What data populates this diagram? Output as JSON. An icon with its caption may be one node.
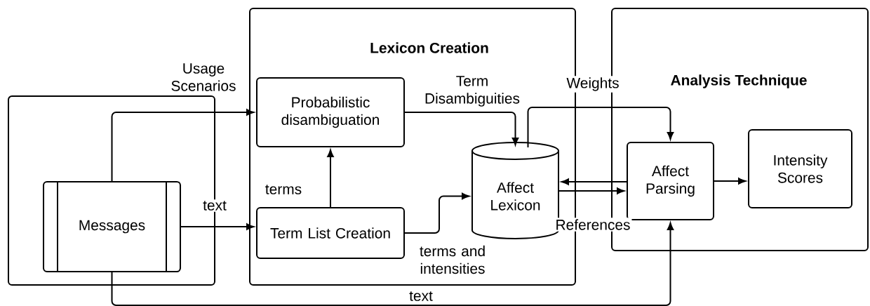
{
  "diagram": {
    "nodes": [
      {
        "text": [],
        "shape": "box"
      },
      {
        "text": [
          "Messages"
        ],
        "in": 0
      },
      {
        "text": [
          "Lexicon Creation"
        ]
      },
      {
        "text": [
          "Probabilistic disambiguation"
        ],
        "in": 2
      },
      {
        "text": [
          "Term List Creation"
        ],
        "in": 2
      },
      {
        "text": [
          "Affect Lexicon"
        ],
        "in": 2
      },
      {
        "text": [
          "Analysis Technique"
        ]
      },
      {
        "text": [
          "Affect Parsing"
        ],
        "in": 6
      },
      {
        "text": [
          "Intensity Scores"
        ],
        "in": 6
      }
    ],
    "edges": [
      {
        "from": 1,
        "to": 3,
        "arrow": "to",
        "label": "Usage Scenarios"
      },
      {
        "from": 1,
        "to": 4,
        "arrow": "to",
        "label": "text"
      },
      {
        "from": 4,
        "to": 3,
        "arrow": "to",
        "label": "terms"
      },
      {
        "from": 3,
        "to": 5,
        "arrow": "to",
        "label": "Term Disambiguities"
      },
      {
        "from": 4,
        "to": 5,
        "arrow": "to",
        "label": "terms and intensities"
      },
      {
        "from": 5,
        "to": 7,
        "arrow": "to",
        "label": "Weights"
      },
      {
        "from": 7,
        "to": 5,
        "arrow": "to"
      },
      {
        "from": 5,
        "to": 7,
        "arrow": "to",
        "label": "References"
      },
      {
        "from": 7,
        "to": 8,
        "arrow": "to"
      },
      {
        "from": 1,
        "to": 7,
        "arrow": "to",
        "label": "text"
      }
    ]
  }
}
